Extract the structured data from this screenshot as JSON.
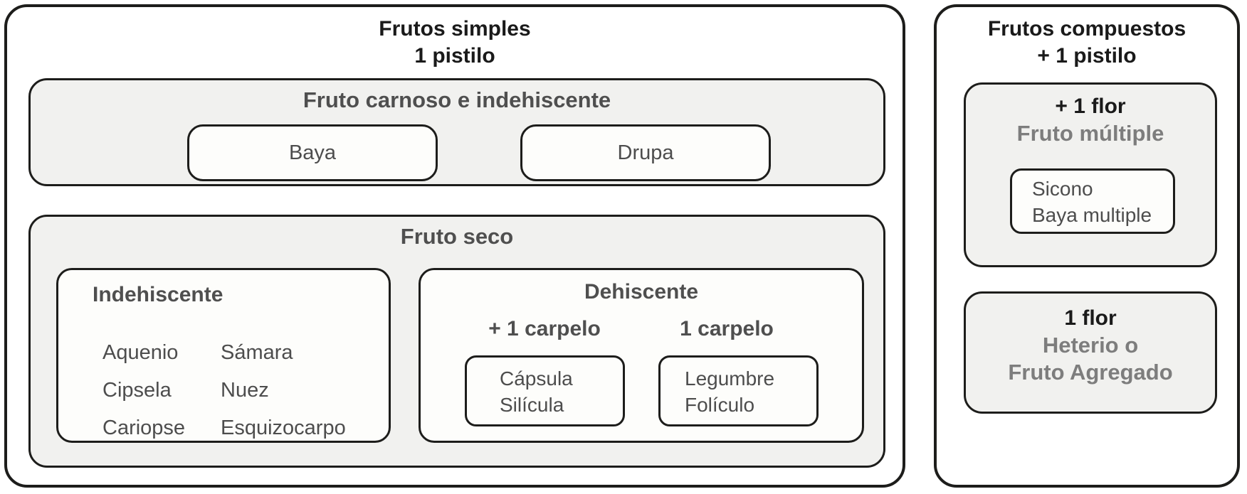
{
  "diagram": {
    "simple": {
      "title_line1": "Frutos simples",
      "title_line2": "1 pistilo",
      "carnoso": {
        "heading": "Fruto carnoso e indehiscente",
        "items": [
          "Baya",
          "Drupa"
        ]
      },
      "seco": {
        "heading": "Fruto seco",
        "indehiscente": {
          "heading": "Indehiscente",
          "col1": [
            "Aquenio",
            "Cipsela",
            "Cariopse"
          ],
          "col2": [
            "Sámara",
            "Nuez",
            "Esquizocarpo"
          ]
        },
        "dehiscente": {
          "heading": "Dehiscente",
          "multi_carpel": {
            "heading": "+ 1 carpelo",
            "items": [
              "Cápsula",
              "Silícula"
            ]
          },
          "one_carpel": {
            "heading": "1 carpelo",
            "items": [
              "Legumbre",
              "Folículo"
            ]
          }
        }
      }
    },
    "compound": {
      "title_line1": "Frutos compuestos",
      "title_line2": "+ 1 pistilo",
      "multiple": {
        "heading_line1": "+ 1 flor",
        "heading_line2": "Fruto múltiple",
        "box_line1": "Sicono",
        "box_line2": "Baya multiple"
      },
      "aggregate": {
        "heading_line1": "1 flor",
        "heading_line2": "Heterio o",
        "heading_line3": "Fruto Agregado"
      }
    },
    "colors": {
      "border": "#1d1d1b",
      "panel_bg": "#ffffff",
      "group_bg": "#f1f1ef",
      "item_bg": "#fdfdfb",
      "title_text": "#1a1a1a",
      "heading_text": "#4f4f4f",
      "item_text": "#4d4d4d",
      "muted_heading_text": "#7d7d7d"
    }
  }
}
